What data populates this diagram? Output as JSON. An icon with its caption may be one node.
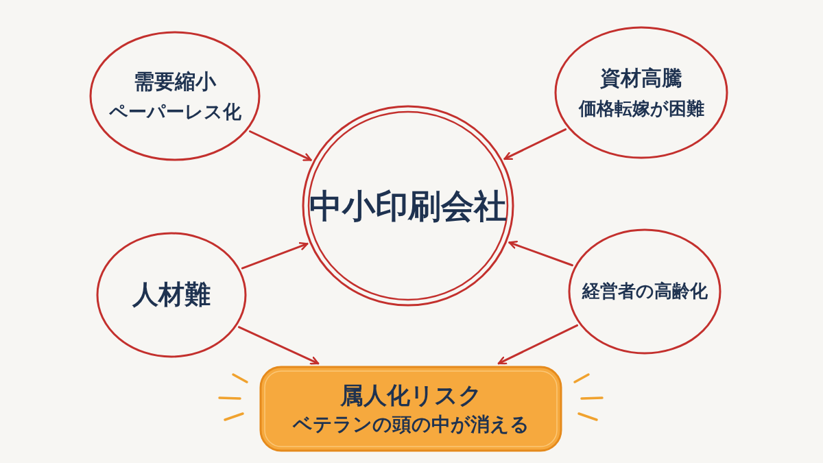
{
  "diagram": {
    "nodes": [
      {
        "text": [
          "需要縮小",
          "ペーパーレス化"
        ]
      },
      {
        "text": [
          "資材高騰",
          "価格転嫁が困難"
        ]
      },
      {
        "text": [
          "中小印刷会社"
        ]
      },
      {
        "text": [
          "人材難"
        ]
      },
      {
        "text": [
          "経営者の高齢化"
        ]
      },
      {
        "text": [
          "属人化リスク",
          "ベテランの頭の中が消える"
        ]
      }
    ],
    "edges": [
      {
        "from": 0,
        "to": 2,
        "arrow": "to"
      },
      {
        "from": 1,
        "to": 2,
        "arrow": "to"
      },
      {
        "from": 3,
        "to": 2,
        "arrow": "to"
      },
      {
        "from": 4,
        "to": 2,
        "arrow": "to"
      },
      {
        "from": 3,
        "to": 5,
        "arrow": "to"
      },
      {
        "from": 4,
        "to": 5,
        "arrow": "to"
      }
    ]
  }
}
